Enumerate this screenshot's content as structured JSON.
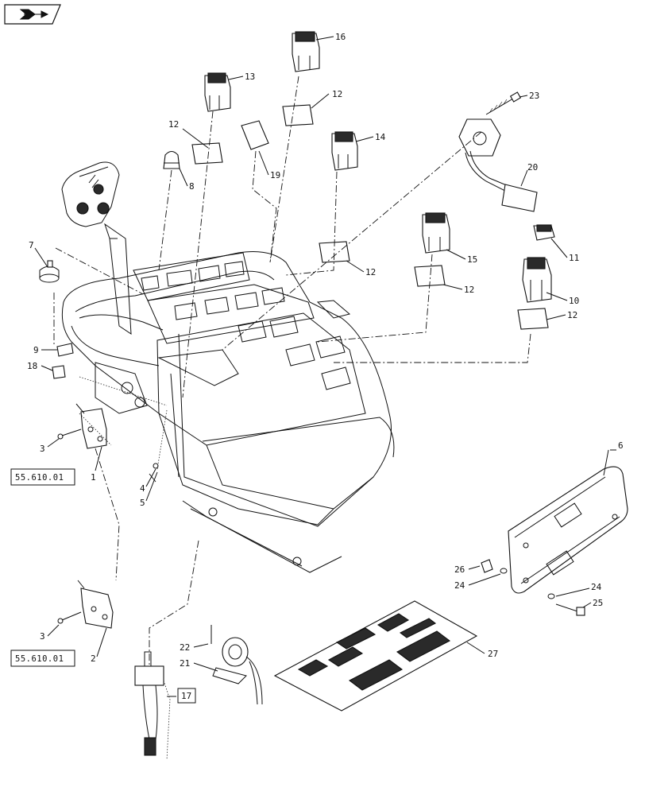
{
  "nav_icon": "arrow-right-icon",
  "callouts": {
    "c1": "1",
    "c2": "2",
    "c3a": "3",
    "c3b": "3",
    "c4": "4",
    "c5": "5",
    "c6": "6",
    "c7": "7",
    "c8": "8",
    "c9": "9",
    "c10": "10",
    "c11": "11",
    "c12a": "12",
    "c12b": "12",
    "c12c": "12",
    "c12d": "12",
    "c12e": "12",
    "c13": "13",
    "c14": "14",
    "c15": "15",
    "c16": "16",
    "c17": "17",
    "c18": "18",
    "c19": "19",
    "c20": "20",
    "c21": "21",
    "c22": "22",
    "c23": "23",
    "c24a": "24",
    "c24b": "24",
    "c25": "25",
    "c26": "26",
    "c27": "27"
  },
  "references": {
    "ref_upper": "55.610.01",
    "ref_lower": "55.610.01"
  }
}
